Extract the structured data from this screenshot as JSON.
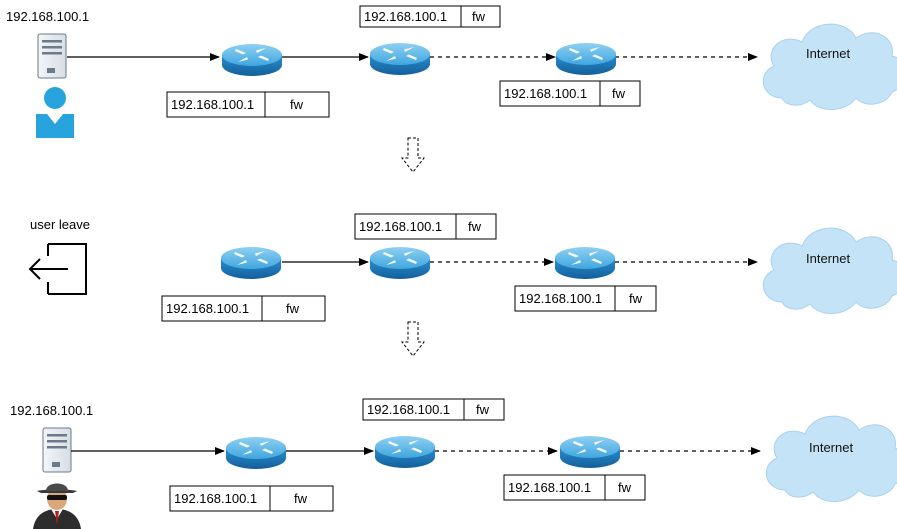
{
  "rows": [
    {
      "host_label": "192.168.100.1",
      "actor": "user",
      "actor_icon": "user-icon",
      "has_server": true,
      "links": [
        "solid",
        "solid",
        "dashed",
        "dashed"
      ],
      "tables": [
        {
          "ip": "192.168.100.1",
          "action": "fw"
        },
        {
          "ip": "192.168.100.1",
          "action": "fw"
        },
        {
          "ip": "192.168.100.1",
          "action": "fw"
        }
      ],
      "cloud_label": "Internet"
    },
    {
      "host_label": "user leave",
      "actor": "leave",
      "actor_icon": "logout-icon",
      "has_server": false,
      "links": [
        "solid",
        "dashed",
        "dashed"
      ],
      "tables": [
        {
          "ip": "192.168.100.1",
          "action": "fw"
        },
        {
          "ip": "192.168.100.1",
          "action": "fw"
        },
        {
          "ip": "192.168.100.1",
          "action": "fw"
        }
      ],
      "cloud_label": "Internet"
    },
    {
      "host_label": "192.168.100.1",
      "actor": "hacker",
      "actor_icon": "hacker-icon",
      "has_server": true,
      "links": [
        "solid",
        "solid",
        "dashed",
        "dashed"
      ],
      "tables": [
        {
          "ip": "192.168.100.1",
          "action": "fw"
        },
        {
          "ip": "192.168.100.1",
          "action": "fw"
        },
        {
          "ip": "192.168.100.1",
          "action": "fw"
        }
      ],
      "cloud_label": "Internet"
    }
  ],
  "transition_icon": "dashed-down-arrow-icon",
  "colors": {
    "router_top": "#5fb8e6",
    "router_side": "#1e7fc0",
    "cloud_fill": "#c5e3f7",
    "cloud_stroke": "#a8d1ef",
    "user_blue": "#27a3dd",
    "server_fill": "#e8edf2",
    "server_stroke": "#6c7a89"
  }
}
